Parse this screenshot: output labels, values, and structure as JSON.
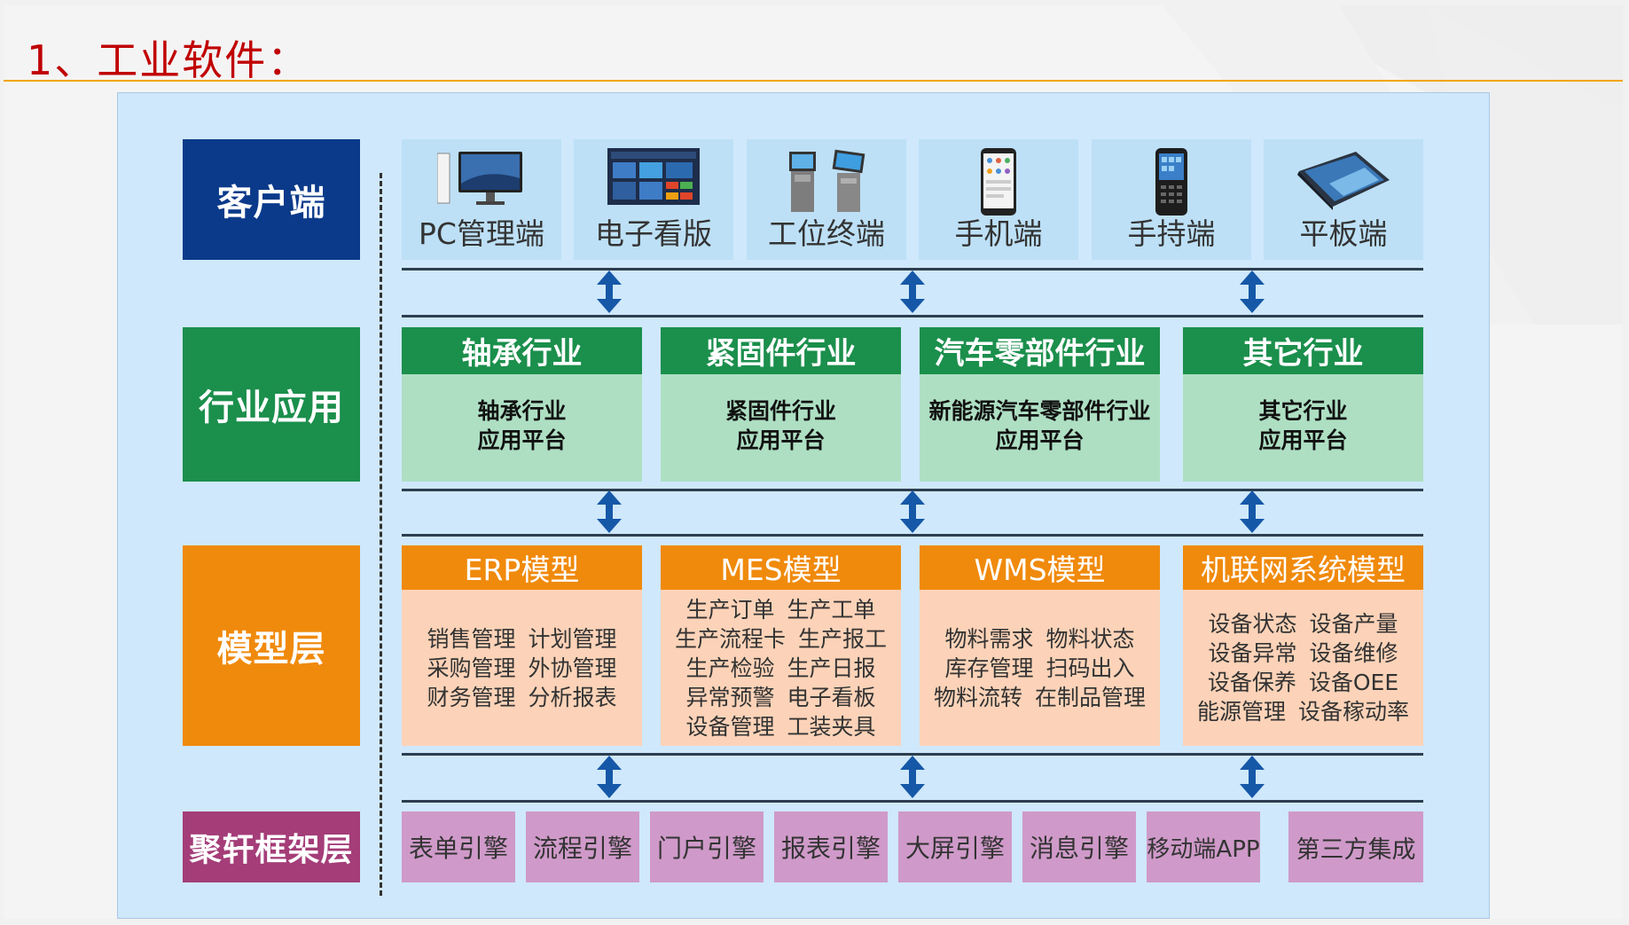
{
  "slide": {
    "title": "1、工业软件："
  },
  "layers": {
    "client": "客户端",
    "industry": "行业应用",
    "model": "模型层",
    "framework": "聚轩框架层"
  },
  "colors": {
    "client": "#0b3a8a",
    "industry": "#1b8f4c",
    "model": "#f08a0c",
    "framework": "#a43d78",
    "arrow": "#1658a8",
    "title": "#c00000"
  },
  "clients": [
    {
      "label": "PC管理端",
      "icon": "desktop-icon"
    },
    {
      "label": "电子看版",
      "icon": "dashboard-screen-icon"
    },
    {
      "label": "工位终端",
      "icon": "kiosk-icon"
    },
    {
      "label": "手机端",
      "icon": "smartphone-icon"
    },
    {
      "label": "手持端",
      "icon": "handheld-icon"
    },
    {
      "label": "平板端",
      "icon": "tablet-icon"
    }
  ],
  "industries": [
    {
      "head": "轴承行业",
      "line1": "轴承行业",
      "line2": "应用平台"
    },
    {
      "head": "紧固件行业",
      "line1": "紧固件行业",
      "line2": "应用平台"
    },
    {
      "head": "汽车零部件行业",
      "line1": "新能源汽车零部件行业",
      "line2": "应用平台"
    },
    {
      "head": "其它行业",
      "line1": "其它行业",
      "line2": "应用平台"
    }
  ],
  "models": [
    {
      "head": "ERP模型",
      "rows": [
        [
          "销售管理",
          "计划管理"
        ],
        [
          "采购管理",
          "外协管理"
        ],
        [
          "财务管理",
          "分析报表"
        ]
      ]
    },
    {
      "head": "MES模型",
      "rows": [
        [
          "生产订单",
          "生产工单"
        ],
        [
          "生产流程卡",
          "生产报工"
        ],
        [
          "生产检验",
          "生产日报"
        ],
        [
          "异常预警",
          "电子看板"
        ],
        [
          "设备管理",
          "工装夹具"
        ]
      ]
    },
    {
      "head": "WMS模型",
      "rows": [
        [
          "物料需求",
          "物料状态"
        ],
        [
          "库存管理",
          "扫码出入"
        ],
        [
          "物料流转",
          "在制品管理"
        ]
      ]
    },
    {
      "head": "机联网系统模型",
      "rows": [
        [
          "设备状态",
          "设备产量"
        ],
        [
          "设备异常",
          "设备维修"
        ],
        [
          "设备保养",
          "设备OEE"
        ],
        [
          "能源管理",
          "设备稼动率"
        ]
      ]
    }
  ],
  "engines": [
    "表单引擎",
    "流程引擎",
    "门户引擎",
    "报表引擎",
    "大屏引擎",
    "消息引擎",
    "移动端APP",
    "第三方集成"
  ]
}
